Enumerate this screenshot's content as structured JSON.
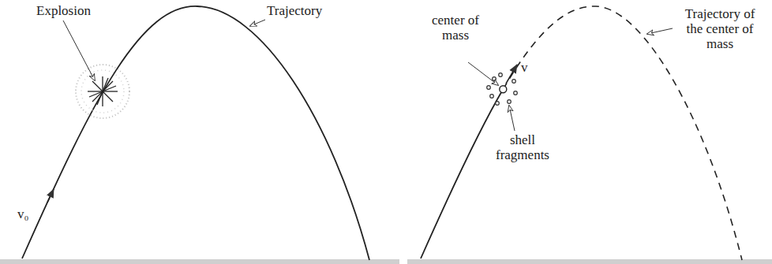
{
  "diagram": {
    "labels": [
      "Explosion",
      "Trajectory",
      "v₀",
      "center of mass",
      "v",
      "shell fragments",
      "Trajectory of the center of mass"
    ]
  }
}
